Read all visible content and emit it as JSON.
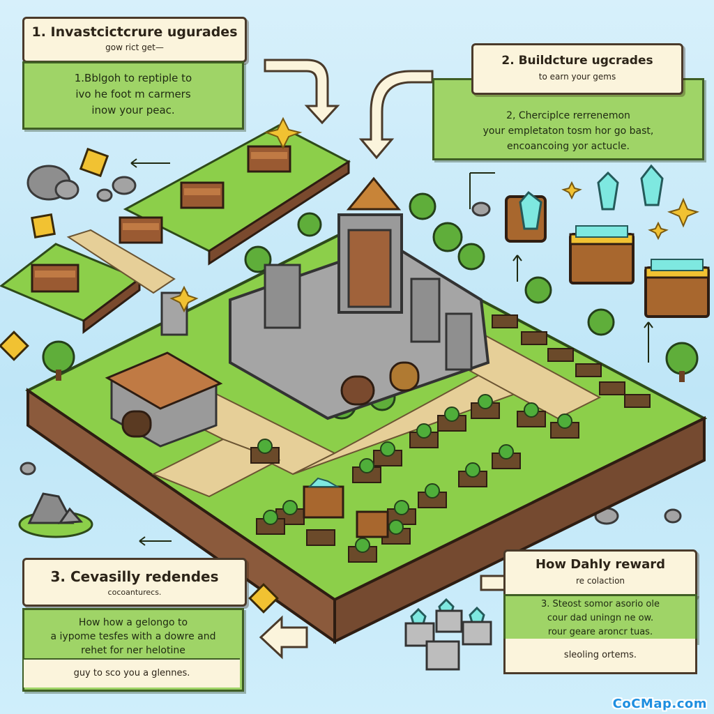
{
  "step1": {
    "title": "1.  Invastcictcrure ugurades",
    "subtitle": "gow rict get—",
    "lines": [
      "1.Bblgoh to reptiple  to",
      "ivo he foot m carmers",
      "inow your peac."
    ]
  },
  "step2": {
    "title": "2.  Buildcture ugcrades",
    "subtitle": "to earn your gems",
    "lines": [
      "2, Cherciplce rerrenemon",
      "your empletaton tosm hor go bast,",
      "encoancoing yor actucle."
    ]
  },
  "step3": {
    "title": "3.  Cevasilly redendes",
    "subtitle": "cocoanturecs.",
    "lines": [
      "How how a gelongo to",
      "a iypome tesfes with a dowre and",
      "rehet for ner helotine"
    ],
    "footer": "guy to sco you a glennes."
  },
  "step4": {
    "title": "How Dahly reward",
    "subtitle": "re colaction",
    "lines": [
      "3. Steost somor asorio ole",
      "cour dad uningn ne ow.",
      "rour geare aroncr tuas."
    ],
    "footer": "sleoling ortems."
  },
  "watermark": "CoCMap.com",
  "colors": {
    "sky": "#cfeefb",
    "grass": "#8ccf4a",
    "dirt": "#8b5a3c",
    "path": "#e6cf98",
    "stone": "#9a9a9a",
    "gem": "#7ee8e0",
    "gold": "#f1c232",
    "card_body": "#9fd467",
    "card_head": "#fbf4dc"
  },
  "icons": [
    "castle-icon",
    "treasure-chest-icon",
    "gem-icon",
    "sparkle-icon",
    "tree-icon",
    "rock-icon",
    "arrow-icon"
  ]
}
